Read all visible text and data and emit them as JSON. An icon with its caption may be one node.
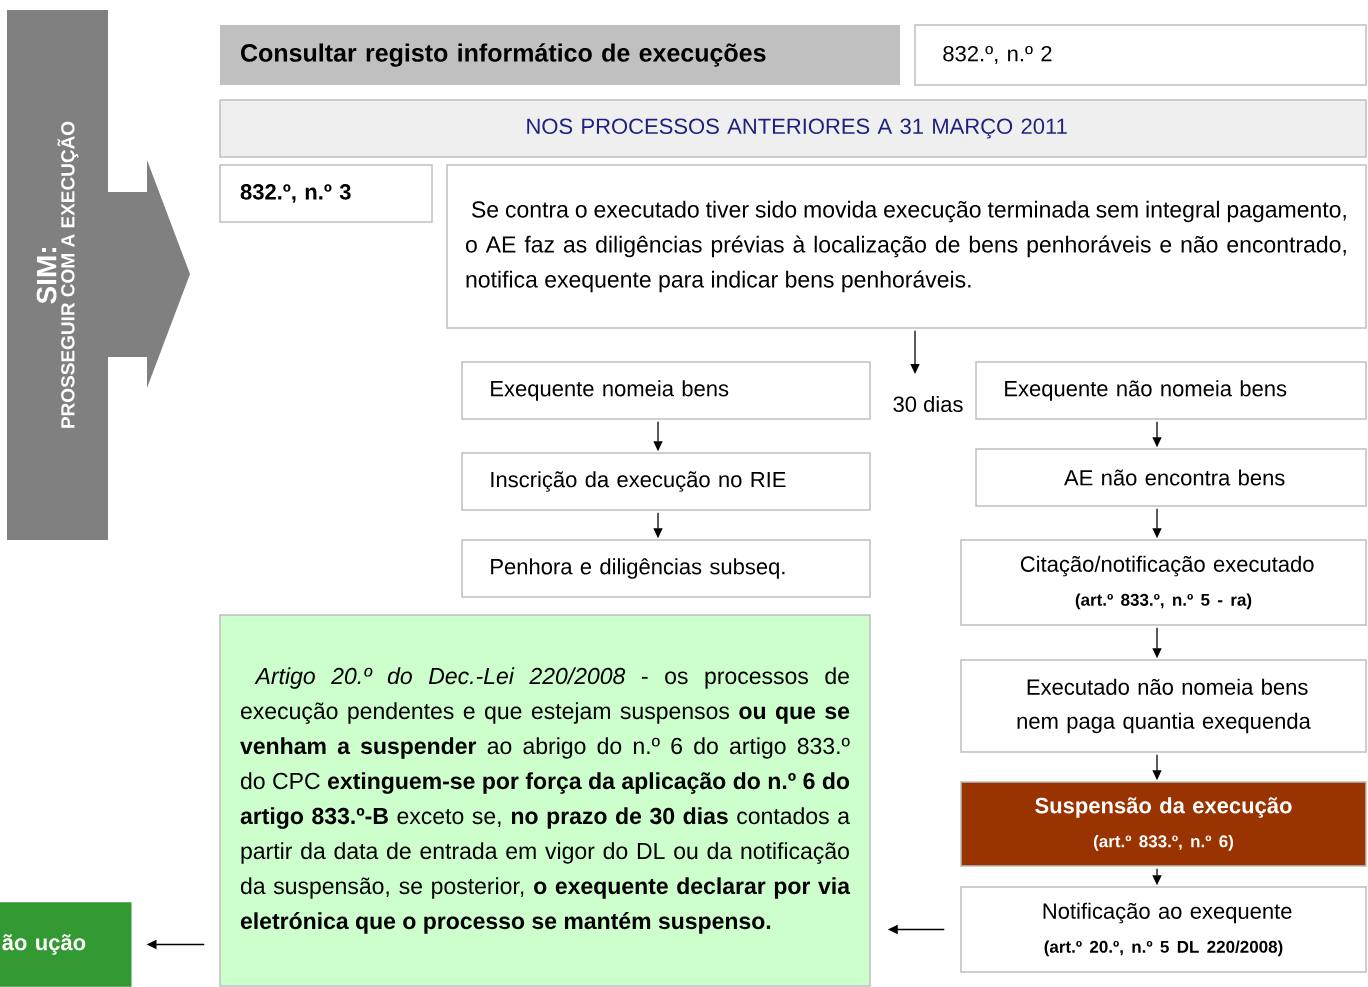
{
  "diagram": {
    "nodes": [
      {
        "text": [
          "SIM:",
          "PROSSEGUIR COM A EXECUÇÃO"
        ]
      },
      {
        "text": [
          "Consultar registo informático de execuções"
        ]
      },
      {
        "text": [
          "832.º, n.º 2"
        ]
      },
      {
        "text": [
          "NOS PROCESSOS ANTERIORES A 31 MARÇO 2011"
        ]
      },
      {
        "text": [
          "832.º, n.º 3"
        ]
      },
      {
        "text": [
          "Se contra o executado tiver sido movida execução terminada sem integral pagamento, o AE faz as diligências prévias à localização de bens penhoráveis e não encontrado, notifica exequente para indicar bens penhoráveis."
        ]
      },
      {
        "text": [
          "Exequente nomeia bens"
        ]
      },
      {
        "text": [
          "Inscrição da execução no RIE"
        ]
      },
      {
        "text": [
          "Penhora e diligências subseq."
        ]
      },
      {
        "text": [
          "Exequente não nomeia bens"
        ]
      },
      {
        "text": [
          "AE não encontra bens"
        ]
      },
      {
        "text": [
          "Citação/notificação executado",
          "(art.º 833.º, n.º 5 - ra)"
        ]
      },
      {
        "text": [
          "Executado não nomeia bens nem paga quantia exequenda"
        ]
      },
      {
        "text": [
          "Suspensão da execução",
          "(art.º 833.º, n.º 6)"
        ]
      },
      {
        "text": [
          "Notificação ao exequente",
          "(art.º 20.º, n.º 5 DL 220/2008)"
        ]
      },
      {
        "text": [
          "*Artigo 20.º do Dec.-Lei 220/2008* - os processos de execução pendentes e que estejam suspensos **ou que se venham a suspender** ao abrigo do n.º 6 do artigo 833.º do CPC **extinguem-se por força da aplicação do n.º 6 do artigo 833.º-B** exceto se, **no prazo de 30 dias** contados a partir da data de entrada em vigor do DL ou da notificação da suspensão, se posterior, **o exequente declarar por via eletrónica que o processo se mantém suspenso.**"
        ]
      },
      {
        "text": [
          "ão ução"
        ]
      }
    ],
    "edges": [
      {
        "from": 5,
        "to": null,
        "arrow": "to"
      },
      {
        "from": 6,
        "to": 7,
        "arrow": "to"
      },
      {
        "from": 7,
        "to": 8,
        "arrow": "to"
      },
      {
        "from": 9,
        "to": 10,
        "arrow": "to"
      },
      {
        "from": 10,
        "to": 11,
        "arrow": "to"
      },
      {
        "from": 11,
        "to": 12,
        "arrow": "to"
      },
      {
        "from": 12,
        "to": 13,
        "arrow": "to"
      },
      {
        "from": 13,
        "to": 14,
        "arrow": "to"
      },
      {
        "from": 14,
        "to": 15,
        "arrow": "to"
      },
      {
        "from": 15,
        "to": 16,
        "arrow": "to"
      }
    ],
    "labels": [
      "30 dias"
    ]
  }
}
